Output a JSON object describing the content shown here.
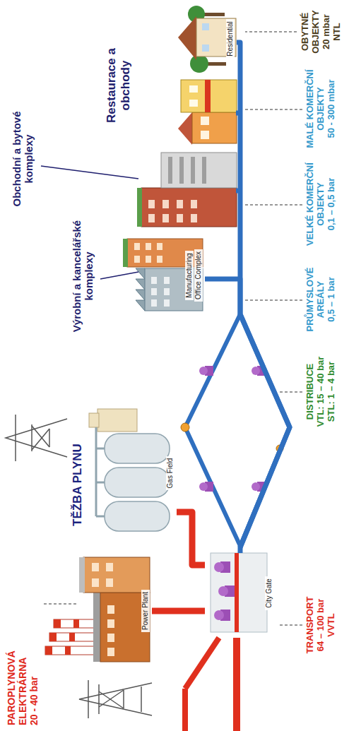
{
  "diagram": {
    "nodes": [
      {
        "text": [
          "Power Plant"
        ]
      },
      {
        "text": [
          "Gas Field"
        ]
      },
      {
        "text": [
          "City Gate"
        ]
      },
      {
        "text": [
          "Manufacturing",
          "Office Complex"
        ]
      },
      {
        "text": [
          "Residential"
        ]
      }
    ],
    "edges": [
      {
        "from": 1,
        "to": 2,
        "arrow": "none"
      },
      {
        "from": 0,
        "to": 2,
        "arrow": "none"
      },
      {
        "from": 2,
        "to": 3,
        "arrow": "none"
      },
      {
        "from": 2,
        "to": 4,
        "arrow": "none"
      }
    ],
    "labels": [
      "PAROPLYNOVÁ ELEKTRÁRNA",
      "20 - 40 bar",
      "TĚŽBA PLYNU",
      "TRANSPORT",
      "64 – 100 bar",
      "VVTL",
      "DISTRIBUCE",
      "VTL: 15 – 40 bar",
      "STL: 1 – 4 bar",
      "Výrobní a kancelářské komplexy",
      "PRŮMYSLOVÉ AREÁLY",
      "0,5 – 1 bar",
      "Obchodní a bytové komplexy",
      "VELKÉ KOMERČNÍ OBJEKTY",
      "0,1 – 0,5 bar",
      "Restaurace a obchody",
      "MALÉ KOMERČNÍ OBJEKTY",
      "50 - 300 mbar",
      "OBYTNÉ OBJEKTY",
      "20 mbar",
      "NTL"
    ]
  }
}
